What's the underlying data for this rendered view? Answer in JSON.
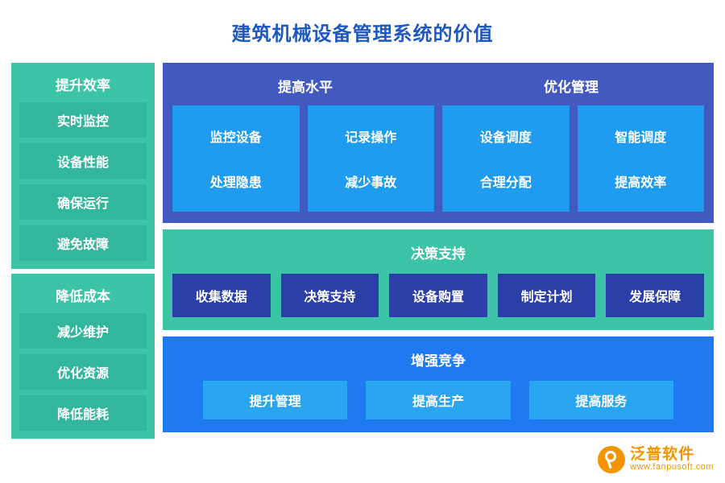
{
  "title": "建筑机械设备管理系统的价值",
  "colors": {
    "title": "#1f57c3",
    "teal_panel": "#3bc5a6",
    "teal_chip": "#33b79c",
    "indigo_panel": "#4259c0",
    "blue_card": "#1f9cf0",
    "navy_chip": "#2b3ea8",
    "blue_panel": "#1f79f0",
    "lightblue_chip": "#2aa6f0",
    "logo": "#f29500"
  },
  "left": {
    "groups": [
      {
        "heading": "提升效率",
        "items": [
          "实时监控",
          "设备性能",
          "确保运行",
          "避免故障"
        ]
      },
      {
        "heading": "降低成本",
        "items": [
          "减少维护",
          "优化资源",
          "降低能耗"
        ]
      }
    ]
  },
  "top_panel": {
    "headings": [
      "提高水平",
      "优化管理"
    ],
    "cards": [
      {
        "line1": "监控设备",
        "line2": "处理隐患"
      },
      {
        "line1": "记录操作",
        "line2": "减少事故"
      },
      {
        "line1": "设备调度",
        "line2": "合理分配"
      },
      {
        "line1": "智能调度",
        "line2": "提高效率"
      }
    ]
  },
  "mid_panel": {
    "heading": "决策支持",
    "items": [
      "收集数据",
      "决策支持",
      "设备购置",
      "制定计划",
      "发展保障"
    ]
  },
  "bottom_panel": {
    "heading": "增强竞争",
    "items": [
      "提升管理",
      "提高生产",
      "提高服务"
    ]
  },
  "logo": {
    "name_cn": "泛普软件",
    "name_en": "www.fanpusoft.com"
  }
}
